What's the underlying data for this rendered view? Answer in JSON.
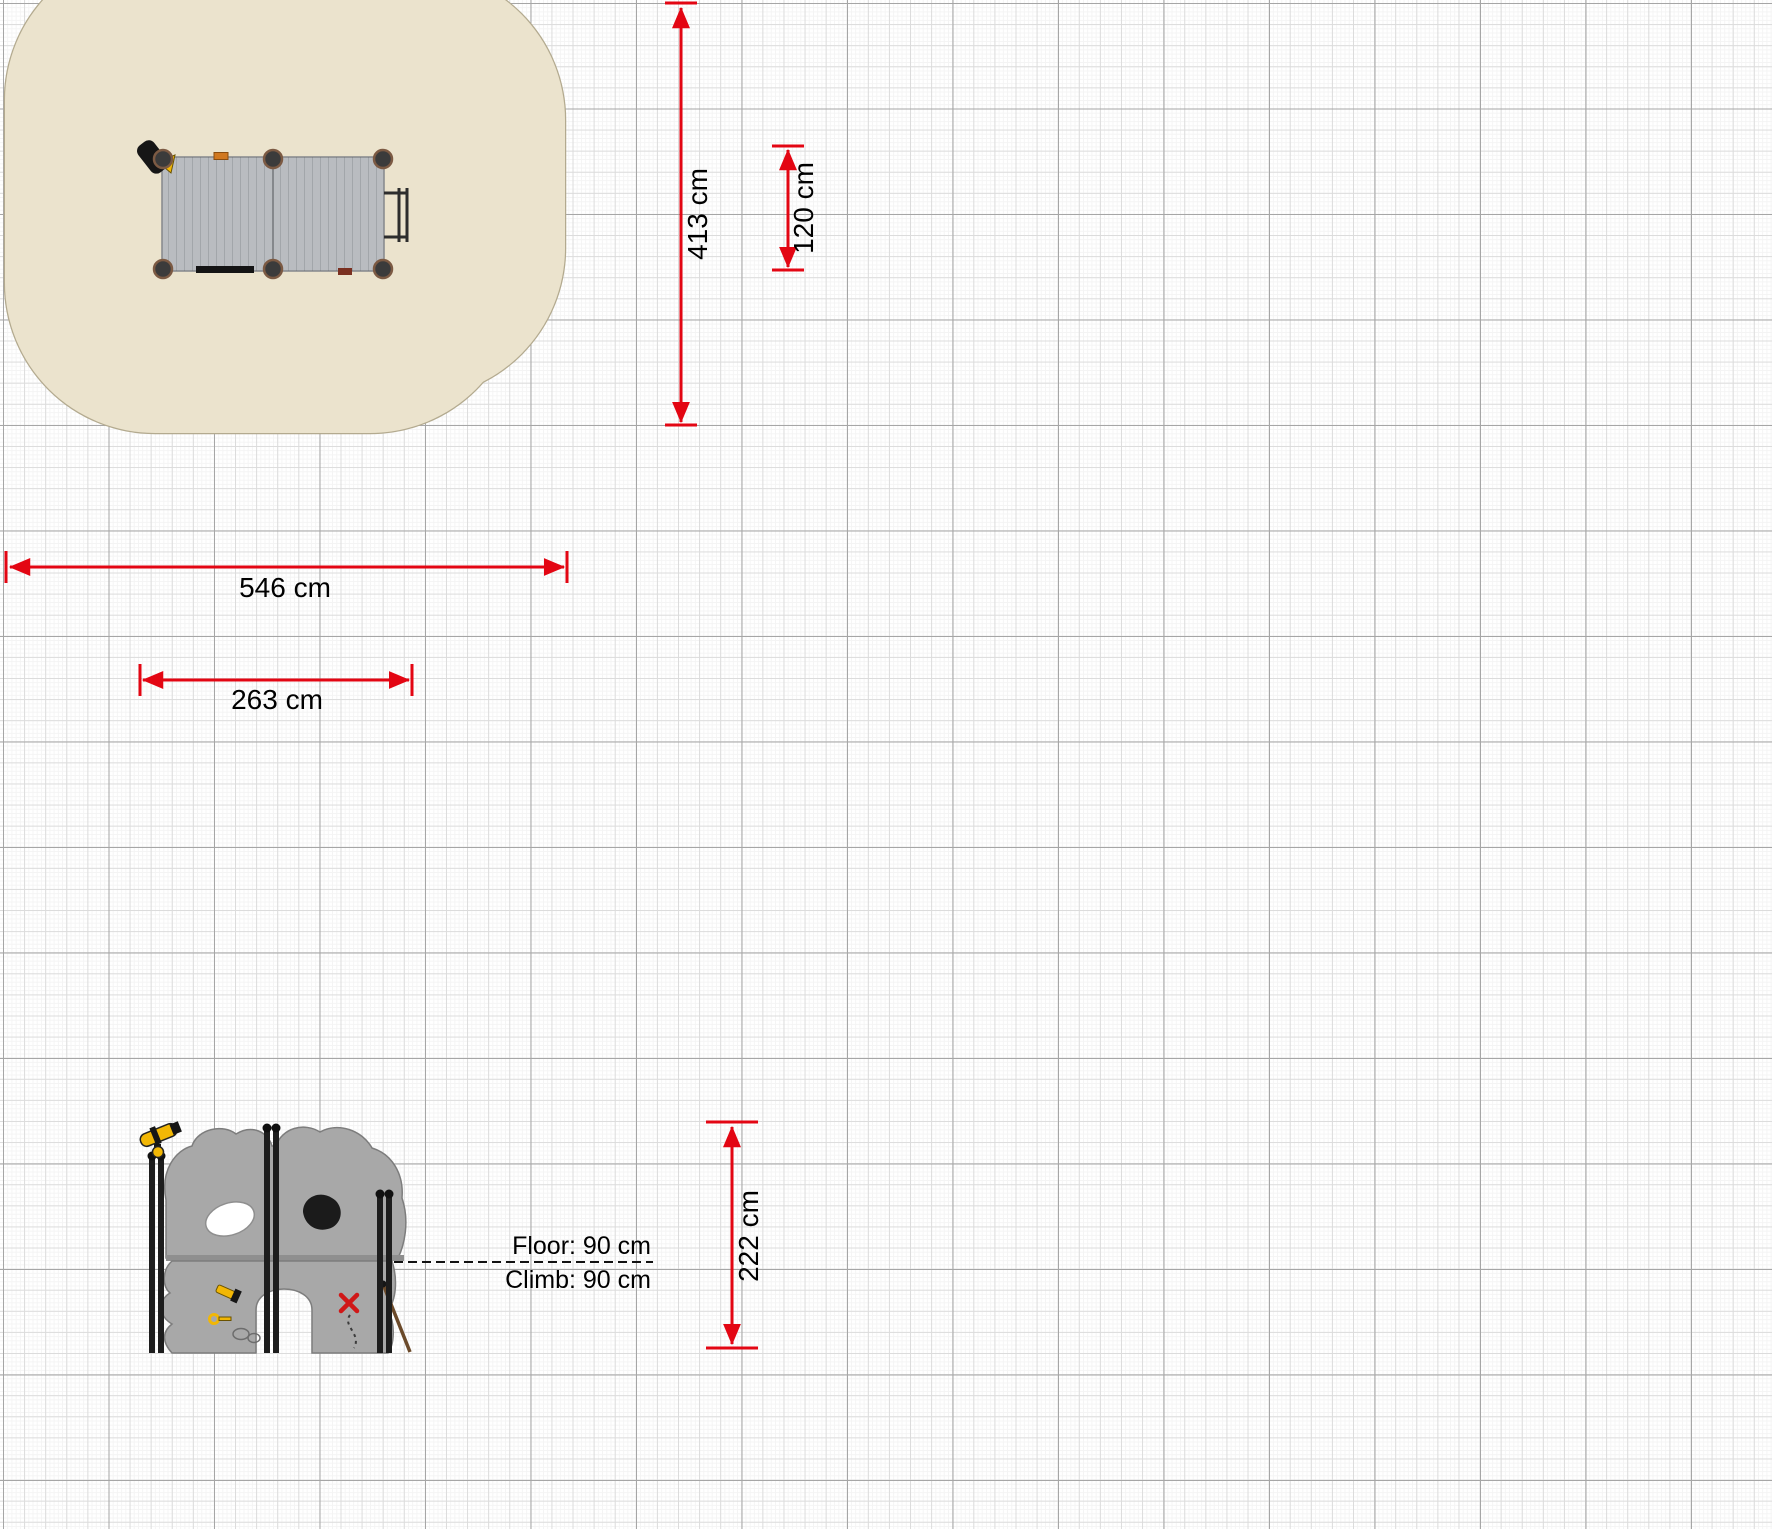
{
  "dims": {
    "total_height": "413 cm",
    "inner_height": "120 cm",
    "total_width": "546 cm",
    "inner_width": "263 cm",
    "elevation_height": "222 cm"
  },
  "annotations": {
    "floor": "Floor: 90 cm",
    "climb": "Climb: 90 cm"
  },
  "colors": {
    "dimension_red": "#e30613",
    "mark_red": "#d01818",
    "safety_zone_fill": "#ebe3cd",
    "safety_zone_stroke": "#b3aa8f",
    "grid_major": "#a6a6a6",
    "grid_mid": "#dcdcdc",
    "grid_fine": "#f4f4f4",
    "equipment_deck": "#b9bcc0",
    "panel_gray": "#a8a8a8",
    "post_black": "#1d1d1d",
    "accent_yellow": "#f2b705"
  }
}
